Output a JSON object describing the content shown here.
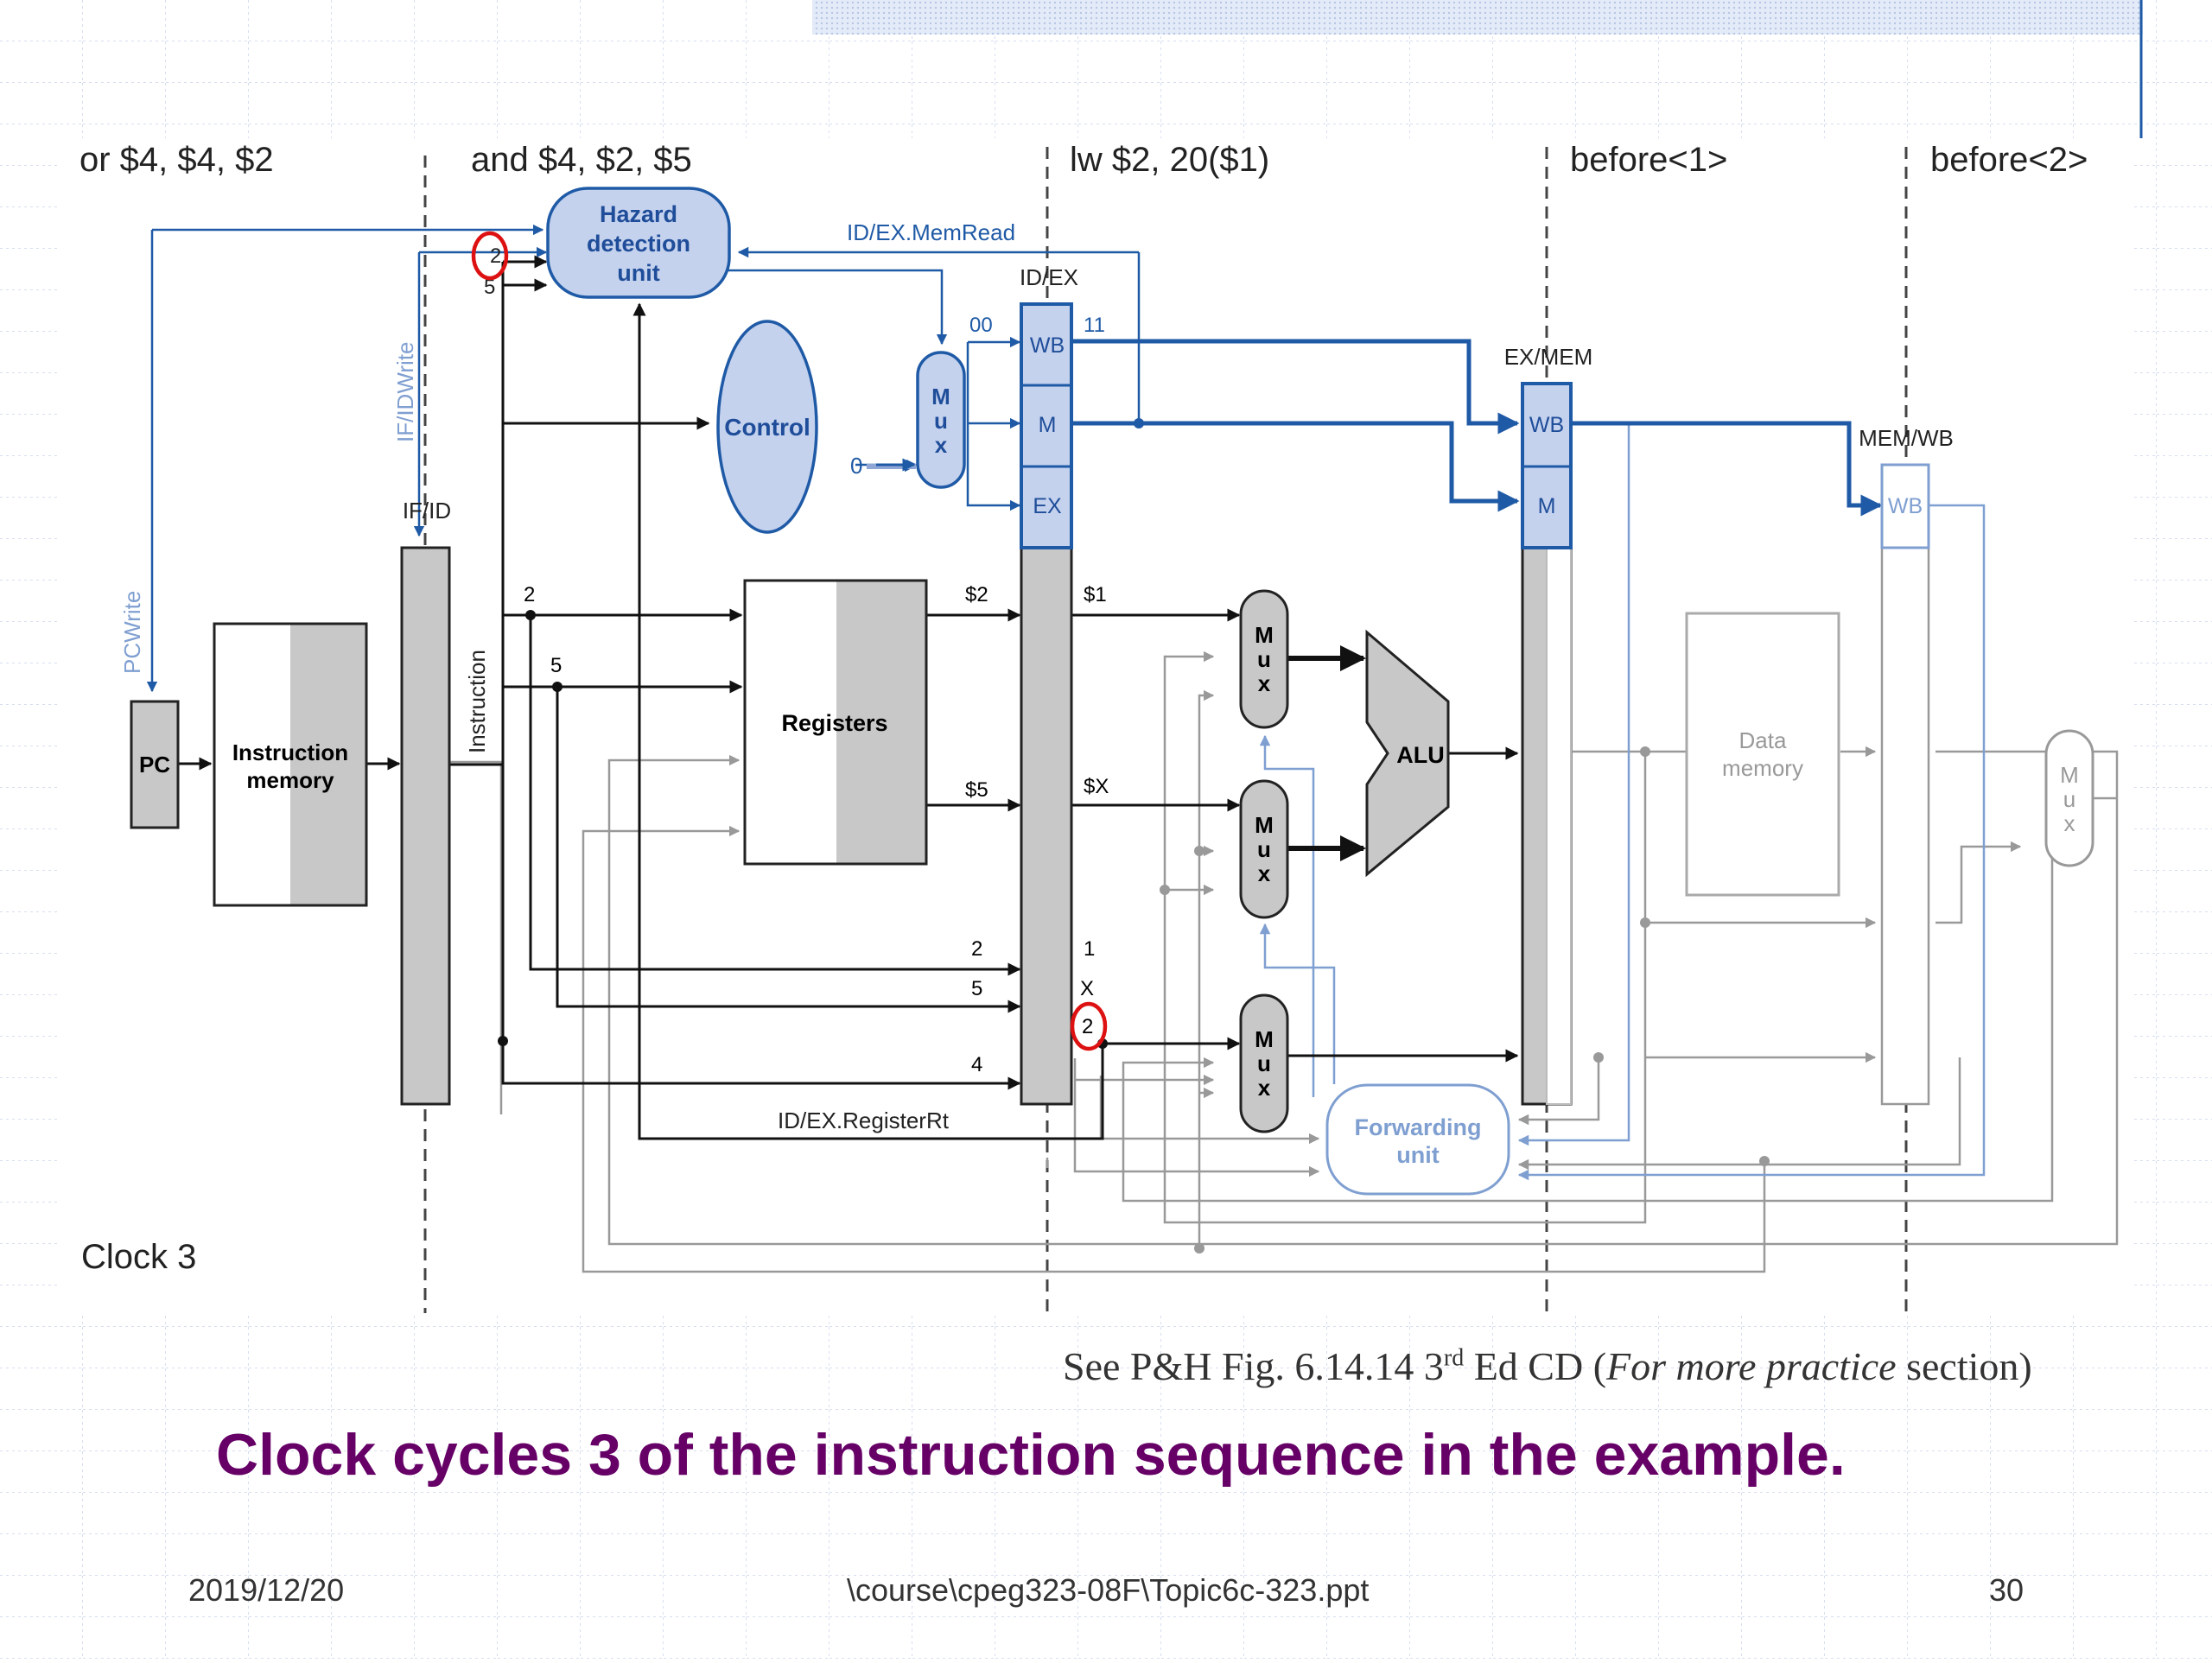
{
  "slide": {
    "title": "Clock cycles 3 of the instruction sequence in the example.",
    "source_note": {
      "prefix": "See P&H Fig. 6.14.14 3",
      "superscript": "rd",
      "middle": " Ed CD (",
      "italic": "For more practice",
      "suffix": " section)"
    },
    "footer": {
      "date": "2019/12/20",
      "path": "\\course\\cpeg323-08F\\Topic6c-323.ppt",
      "page": "30"
    }
  },
  "diagram": {
    "stage_labels": [
      "or $4, $4, $2",
      "and $4, $2, $5",
      "lw $2, 20($1)",
      "before<1>",
      "before<2>"
    ],
    "clock_label": "Clock 3",
    "units": {
      "hazard": [
        "Hazard",
        "detection",
        "unit"
      ],
      "control": "Control",
      "pc": "PC",
      "imem": [
        "Instruction",
        "memory"
      ],
      "registers": "Registers",
      "alu": "ALU",
      "dmem": [
        "Data",
        "memory"
      ],
      "forwarding": [
        "Forwarding",
        "unit"
      ],
      "mux_letters": [
        "M",
        "u",
        "x"
      ]
    },
    "pipeline_registers": {
      "ifid": "IF/ID",
      "idex": "ID/EX",
      "exmem": "EX/MEM",
      "memwb": "MEM/WB",
      "wb": "WB",
      "m": "M",
      "ex": "EX"
    },
    "signals": {
      "idex_memread": "ID/EX.MemRead",
      "idex_registerrt": "ID/EX.RegisterRt",
      "pcwrite": "PCWrite",
      "ifidwrite": "IF/IDWrite",
      "instruction": "Instruction"
    },
    "values": {
      "hazard_in_top": "2",
      "hazard_in_bottom": "5",
      "ctrl_zero": "00",
      "ctrl_eleven": "11",
      "mux_zero": "0",
      "reg_rs": "2",
      "reg_rt": "5",
      "read1": "$2",
      "read2": "$5",
      "ex_read1": "$1",
      "ex_read2": "$X",
      "fwd_rs": "2",
      "fwd_rt": "5",
      "fwd_rd": "4",
      "ex_rs": "1",
      "ex_rt": "X",
      "ex_rt2": "2"
    }
  }
}
